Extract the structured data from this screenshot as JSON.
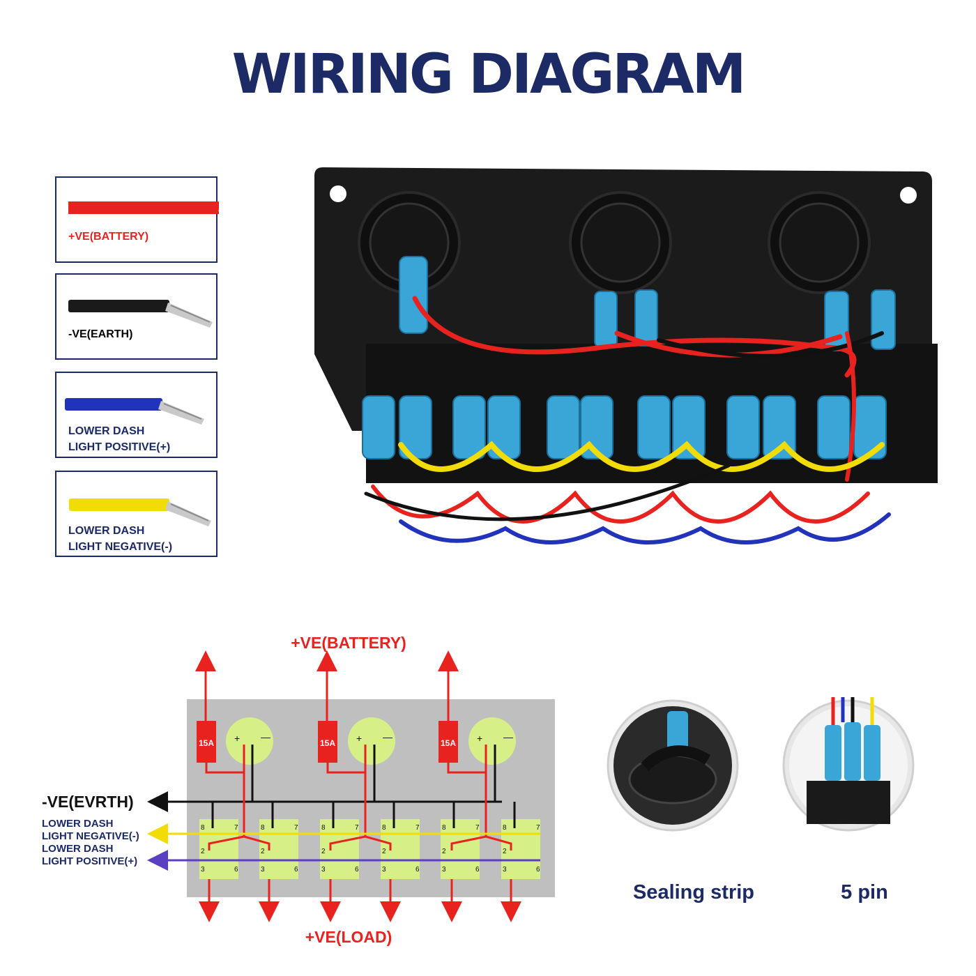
{
  "title": "WIRING DIAGRAM",
  "legend": [
    {
      "label": "+VE(BATTERY)",
      "color": "#e8231f",
      "text_color": "#e8231f"
    },
    {
      "label": "-VE(EARTH)",
      "color": "#1a1a1a",
      "text_color": "#000000"
    },
    {
      "label": "LOWER DASH",
      "label2": "LIGHT POSITIVE(+)",
      "color": "#2233bb",
      "text_color": "#1c2a66"
    },
    {
      "label": "LOWER DASH",
      "label2": "LIGHT NEGATIVE(-)",
      "color": "#f2dc05",
      "text_color": "#1c2a66"
    }
  ],
  "schematic": {
    "battery_label": "+VE(BATTERY)",
    "load_label": "+VE(LOAD)",
    "earth_label": "-VE(EVRTH)",
    "neg_label_1": "LOWER DASH",
    "neg_label_2": "LIGHT NEGATIVE(-)",
    "pos_label_1": "LOWER DASH",
    "pos_label_2": "LIGHT POSITIVE(+)",
    "fuse_label": "15A",
    "socket_plus": "+",
    "socket_minus": "—",
    "pins": {
      "p8": "8",
      "p7": "7",
      "p2": "2",
      "p3": "3",
      "p6": "6"
    }
  },
  "captions": {
    "sealing": "Sealing strip",
    "pin": "5 pin"
  },
  "colors": {
    "title": "#1c2a66",
    "red": "#e8231f",
    "black": "#111111",
    "yellow": "#f2dc05",
    "purple": "#5a3fc0",
    "panel": "#bfbfbf",
    "switch": "#d6ef86"
  }
}
